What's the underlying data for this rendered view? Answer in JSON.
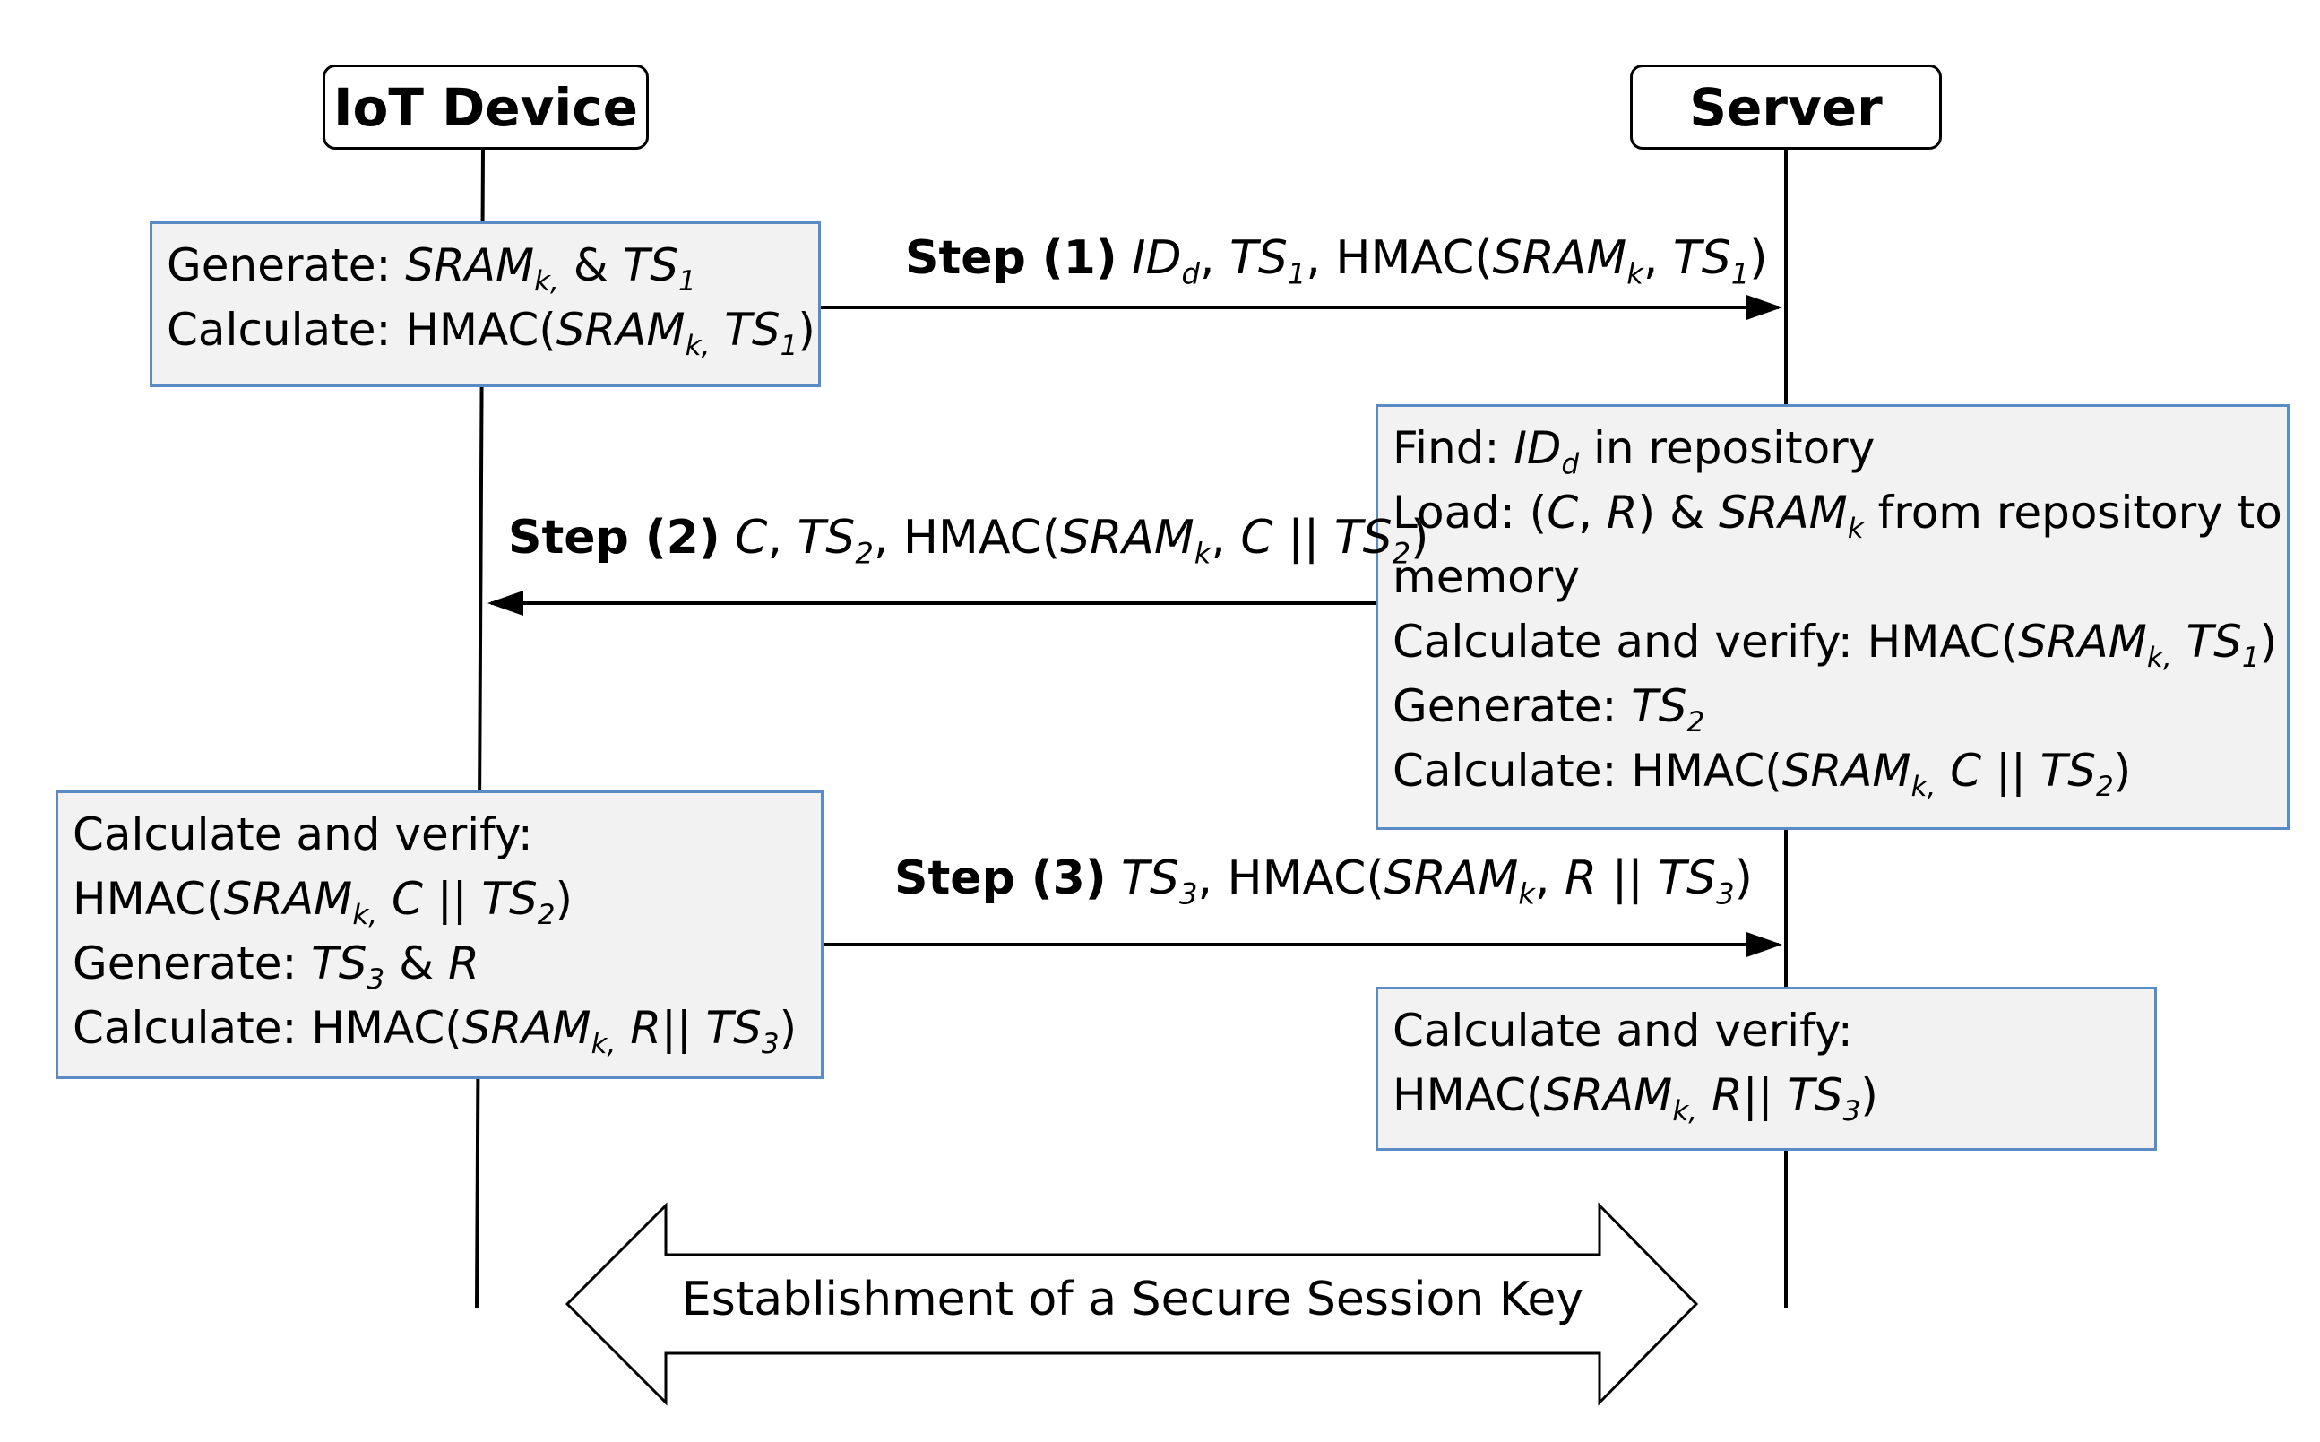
{
  "actors": {
    "device": "IoT Device",
    "server": "Server"
  },
  "device_box1": {
    "l1_prefix": "Generate: ",
    "sram": "SRAM",
    "k": "k,",
    "amp": " & ",
    "ts": "TS",
    "ts_sub": "1",
    "l2_prefix": "Calculate: HMAC(",
    "l2_sram": "SRAM",
    "l2_k": "k,",
    "l2_space": " ",
    "l2_ts": "TS",
    "l2_ts_sub": "1",
    "l2_close": ")"
  },
  "step1": {
    "step": "Step (1)",
    "sp": " ",
    "id": "ID",
    "id_sub": "d",
    "c1": ", ",
    "ts": "TS",
    "ts_sub": "1",
    "c2": ", HMAC(",
    "sram": "SRAM",
    "k": "k",
    "c3": ", ",
    "ts2": "TS",
    "ts2_sub": "1",
    "close": ")"
  },
  "server_box1": {
    "l1_prefix": "Find: ",
    "l1_id": "ID",
    "l1_id_sub": "d",
    "l1_suffix": " in repository",
    "l2_prefix": "Load: (",
    "l2_c": "C",
    "l2_comma": ", ",
    "l2_r": "R",
    "l2_mid": ") & ",
    "l2_sram": "SRAM",
    "l2_k": "k",
    "l2_suffix": " from repository to",
    "l3": "memory",
    "l4_prefix": "Calculate and verify: HMAC(",
    "l4_sram": "SRAM",
    "l4_k": "k,",
    "l4_space": " ",
    "l4_ts": "TS",
    "l4_ts_sub": "1",
    "l4_close": ")",
    "l5_prefix": "Generate: ",
    "l5_ts": "TS",
    "l5_ts_sub": "2",
    "l6_prefix": "Calculate: HMAC(",
    "l6_sram": "SRAM",
    "l6_k": "k,",
    "l6_c": " C",
    "l6_or": " || ",
    "l6_ts": "TS",
    "l6_ts_sub": "2",
    "l6_close": ")"
  },
  "step2": {
    "step": "Step (2)",
    "sp": " ",
    "c": "C",
    "c1": ", ",
    "ts": "TS",
    "ts_sub": "2",
    "c2": ", HMAC(",
    "sram": "SRAM",
    "k": "k",
    "c3": ", ",
    "c_var": "C",
    "or": " || ",
    "ts2": "TS",
    "ts2_sub": "2",
    "close": ")"
  },
  "device_box2": {
    "l1": "Calculate and verify:",
    "l2_prefix": "HMAC(",
    "l2_sram": "SRAM",
    "l2_k": "k,",
    "l2_c": " C",
    "l2_or": " || ",
    "l2_ts": "TS",
    "l2_ts_sub": "2",
    "l2_close": ")",
    "l3_prefix": "Generate: ",
    "l3_ts": "TS",
    "l3_ts_sub": "3",
    "l3_amp": " & ",
    "l3_r": "R",
    "l4_prefix": "Calculate: HMAC(",
    "l4_sram": "SRAM",
    "l4_k": "k,",
    "l4_r": " R",
    "l4_or": "|| ",
    "l4_ts": "TS",
    "l4_ts_sub": "3",
    "l4_close": ")"
  },
  "step3": {
    "step": "Step (3)",
    "sp": " ",
    "ts": "TS",
    "ts_sub": "3",
    "c1": ", HMAC(",
    "sram": "SRAM",
    "k": "k",
    "c2": ", ",
    "r": "R",
    "or": " || ",
    "ts2": "TS",
    "ts2_sub": "3",
    "close": ")"
  },
  "server_box2": {
    "l1": "Calculate and verify:",
    "l2_prefix": "HMAC(",
    "l2_sram": "SRAM",
    "l2_k": "k,",
    "l2_r": " R",
    "l2_or": "|| ",
    "l2_ts": "TS",
    "l2_ts_sub": "3",
    "l2_close": ")"
  },
  "session_key_label": "Establishment of a Secure Session Key"
}
